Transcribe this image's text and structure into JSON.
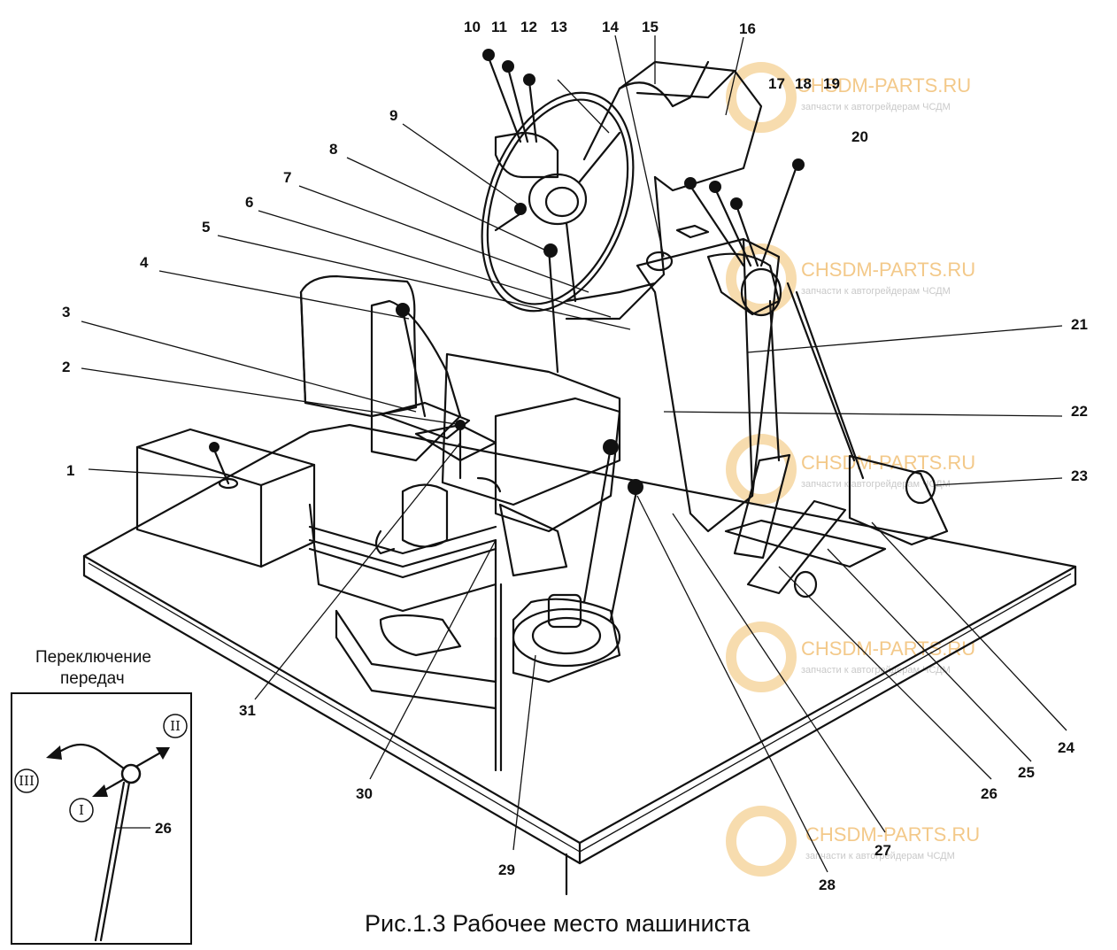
{
  "caption": "Рис.1.3 Рабочее место машиниста",
  "inset": {
    "title_line1": "Переключение",
    "title_line2": "передач",
    "gears": [
      "I",
      "II",
      "III"
    ],
    "lever_callout": "26"
  },
  "callouts": [
    "1",
    "2",
    "3",
    "4",
    "5",
    "6",
    "7",
    "8",
    "9",
    "10",
    "11",
    "12",
    "13",
    "14",
    "15",
    "16",
    "17",
    "18",
    "19",
    "20",
    "21",
    "22",
    "23",
    "24",
    "25",
    "26",
    "27",
    "28",
    "29",
    "30",
    "31"
  ],
  "watermark": {
    "brand": "CHSDM-PARTS.RU",
    "tagline": "запчасти к автогрейдерам ЧСДМ",
    "color": "#f3c98a"
  }
}
